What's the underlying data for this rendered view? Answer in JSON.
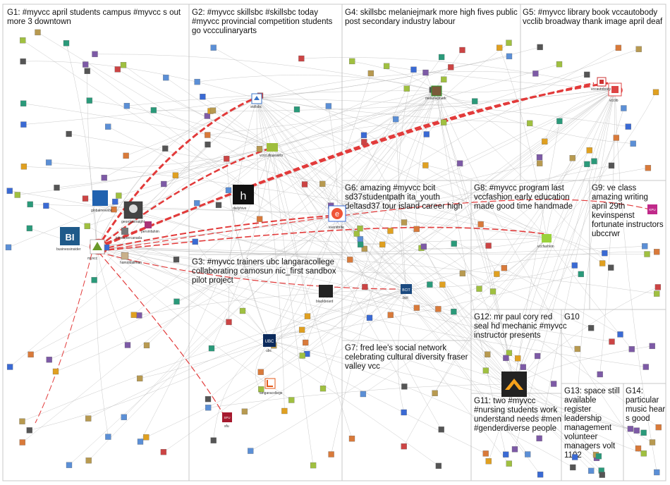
{
  "colors": {
    "box_border": "#c8c8c8",
    "edge": "#b8b8b8",
    "heavy_edge": "#e23a3a"
  },
  "groups": [
    {
      "id": "G1",
      "lines": [
        "G1: #myvcc april students campus #myvcc s out",
        "more 3 downtown"
      ]
    },
    {
      "id": "G2",
      "lines": [
        "G2: #myvcc skillsbc #skillsbc today",
        "#myvcc provincial competition students",
        "go vccculinaryarts"
      ]
    },
    {
      "id": "G3",
      "lines": [
        "G3: #myvcc trainers ubc langaracollege",
        "collaborating camosun nic_first sandbox",
        "pilot project"
      ]
    },
    {
      "id": "G4",
      "lines": [
        "G4: skillsbc melaniejmark more high fives public",
        "post secondary industry labour"
      ]
    },
    {
      "id": "G5",
      "lines": [
        "G5: #myvcc library book vccautobody",
        "vcclib broadway thank image april deaf"
      ]
    },
    {
      "id": "G6",
      "lines": [
        "G6: amazing #myvcc bcit",
        "sd37studentpath ita_youth",
        "deltasd37 tour island career high"
      ]
    },
    {
      "id": "G7",
      "lines": [
        "G7: fred lee's social network",
        "celebrating cultural diversity fraser",
        "valley vcc"
      ]
    },
    {
      "id": "G8",
      "lines": [
        "G8: #myvcc program last",
        "vccfashion early education",
        "made good time handmade"
      ]
    },
    {
      "id": "G9",
      "lines": [
        "G9: ve class",
        "amazing writing",
        "april 29th",
        "kevinspenst",
        "fortunate instructors",
        "ubccrwr"
      ]
    },
    {
      "id": "G10",
      "lines": [
        "G10"
      ]
    },
    {
      "id": "G11",
      "lines": [
        "G11: two #myvcc",
        "#nursing students work",
        "understand needs #men",
        "#genderdiverse people"
      ]
    },
    {
      "id": "G12",
      "lines": [
        "G12: mr paul cory red",
        "seal hd mechanic #myvcc",
        "instructor presents"
      ]
    },
    {
      "id": "G13",
      "lines": [
        "G13: space still",
        "available",
        "register",
        "leadership",
        "management",
        "volunteer",
        "managers volt",
        "1102"
      ]
    },
    {
      "id": "G14",
      "lines": [
        "G14:",
        "particular",
        "music hear",
        "s good"
      ]
    }
  ],
  "nodes": [
    {
      "id": "myvcc",
      "label": "myvcc",
      "color": "#ffffff",
      "border": "#888"
    },
    {
      "id": "businessinsider",
      "label": "businessinsider",
      "color": "#1f5a8a",
      "border": "#1f5a8a",
      "text": "BI"
    },
    {
      "id": "globalnews",
      "label": "globalnewsbc",
      "color": "#2062b0",
      "border": "#2062b0"
    },
    {
      "id": "georgiastraight",
      "label": "georgiastraight",
      "color": "#333",
      "border": "#333"
    },
    {
      "id": "hamiddaliman",
      "label": "hamiddaliman",
      "color": "#c9b08a",
      "border": "#555"
    },
    {
      "id": "jobstarter",
      "label": "jobstartercanada",
      "color": "#777",
      "border": "#555"
    },
    {
      "id": "pervinfahim",
      "label": "pervinfahim",
      "color": "#a37",
      "border": "#555"
    },
    {
      "id": "skillsbc",
      "label": "skillsbc",
      "color": "#3a74c8",
      "border": "#3a74c8"
    },
    {
      "id": "vccculinaryarts",
      "label": "vccculinaryarts",
      "color": "#9fbe3d",
      "border": "#9fbe3d"
    },
    {
      "id": "dailyhive",
      "label": "dailyhive",
      "color": "#111",
      "border": "#111",
      "text": "h"
    },
    {
      "id": "melaniejmark",
      "label": "melaniejmark",
      "color": "#7a5a3a",
      "border": "#2a9a2a"
    },
    {
      "id": "vcclib",
      "label": "vcclib",
      "color": "#d44",
      "border": "#d44"
    },
    {
      "id": "vccautobody",
      "label": "vccautobody",
      "color": "#c33",
      "border": "#c33"
    },
    {
      "id": "bcit",
      "label": "bcit",
      "color": "#1b4a80",
      "border": "#1b4a80",
      "text": "BCIT"
    },
    {
      "id": "eventbrite",
      "label": "eventbrite",
      "color": "#f05537",
      "border": "#3a6ad4",
      "text": "e"
    },
    {
      "id": "ubc",
      "label": "ubc",
      "color": "#0b2a5c",
      "border": "#0b2a5c",
      "text": "UBC"
    },
    {
      "id": "blackboard",
      "label": "blackboard",
      "color": "#222",
      "border": "#222"
    },
    {
      "id": "langaracollege",
      "label": "langaracollege",
      "color": "#e35a1a",
      "border": "#e35a1a"
    },
    {
      "id": "vancouverbc",
      "label": "",
      "color": "#f7a21b",
      "border": "#333"
    },
    {
      "id": "vccfashion",
      "label": "vccfashion",
      "color": "#9bd23d",
      "border": "#9bd23d"
    },
    {
      "id": "sfu",
      "label": "sfu",
      "color": "#a6192e",
      "border": "#a6192e",
      "text": "SFU"
    },
    {
      "id": "kpu",
      "label": "kpu",
      "color": "#c02a8a",
      "border": "#c02a8a",
      "text": "KPU"
    }
  ]
}
